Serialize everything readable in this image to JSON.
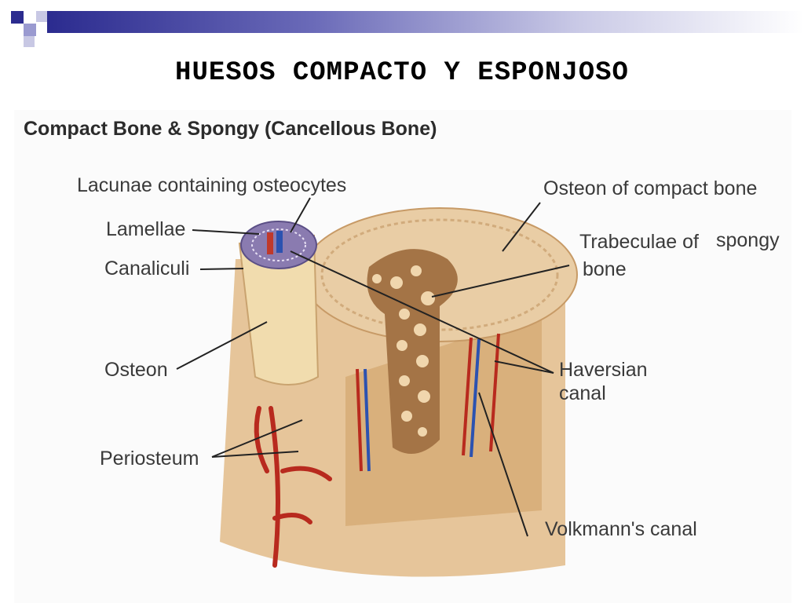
{
  "slide": {
    "title": "HUESOS COMPACTO Y ESPONJOSO"
  },
  "figure": {
    "title": "Compact Bone & Spongy (Cancellous Bone)",
    "labels": {
      "lacunae": "Lacunae containing osteocytes",
      "lamellae": "Lamellae",
      "canaliculi": "Canaliculi",
      "osteon": "Osteon",
      "periosteum": "Periosteum",
      "osteon_compact": "Osteon of compact bone",
      "trabeculae_1": "Trabeculae of",
      "trabeculae_2": "spongy",
      "trabeculae_3": "bone",
      "haversian_1": "Haversian",
      "haversian_2": "canal",
      "volkmann": "Volkmann's canal"
    }
  },
  "colors": {
    "bone": "#e8c79a",
    "bone_dark": "#c99a63",
    "vessel_red": "#b82a1e",
    "vessel_blue": "#2c52b0",
    "accent": "#2b2b8f"
  }
}
